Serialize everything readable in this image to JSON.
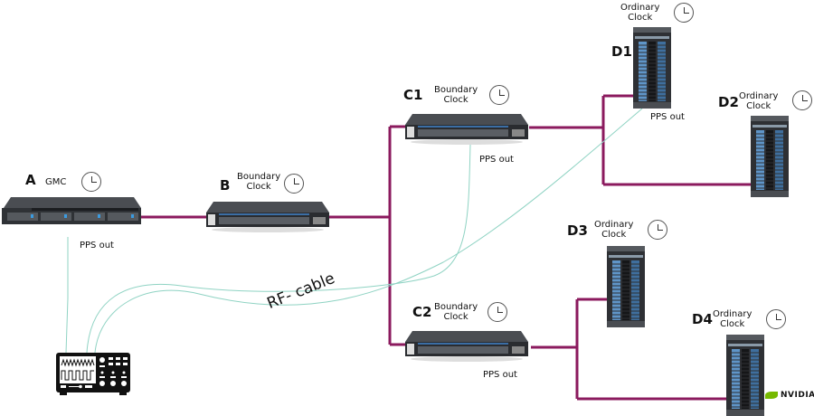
{
  "diagram": {
    "colors": {
      "ethernet_link": "#8b1a5e",
      "rf_cable": "#8fd3c3",
      "device_dark": "#3a3d42",
      "port_blue": "#3b7fc4",
      "nvidia_green": "#76b900"
    },
    "nodes": [
      {
        "id": "A",
        "role": "GMC",
        "device": "1U server",
        "clock_icon": "clock-icon",
        "pps_out": "PPS out"
      },
      {
        "id": "B",
        "role": "Boundary\nClock",
        "device": "switch",
        "clock_icon": "clock-icon"
      },
      {
        "id": "C1",
        "role": "Boundary\nClock",
        "device": "switch",
        "clock_icon": "clock-icon",
        "pps_out": "PPS out"
      },
      {
        "id": "C2",
        "role": "Boundary\nClock",
        "device": "switch",
        "clock_icon": "clock-icon",
        "pps_out": "PPS out"
      },
      {
        "id": "D1",
        "role": "Ordinary\nClock",
        "device": "server rack",
        "clock_icon": "clock-icon",
        "pps_out": "PPS out"
      },
      {
        "id": "D2",
        "role": "Ordinary\nClock",
        "device": "server rack",
        "clock_icon": "clock-icon"
      },
      {
        "id": "D3",
        "role": "Ordinary\nClock",
        "device": "server rack",
        "clock_icon": "clock-icon"
      },
      {
        "id": "D4",
        "role": "Ordinary\nClock",
        "device": "server rack",
        "clock_icon": "clock-icon"
      }
    ],
    "links": [
      {
        "from": "A",
        "to": "B",
        "type": "ethernet"
      },
      {
        "from": "B",
        "to": "C1",
        "type": "ethernet"
      },
      {
        "from": "B",
        "to": "C2",
        "type": "ethernet"
      },
      {
        "from": "C1",
        "to": "D1",
        "type": "ethernet"
      },
      {
        "from": "C1",
        "to": "D2",
        "type": "ethernet"
      },
      {
        "from": "C2",
        "to": "D3",
        "type": "ethernet"
      },
      {
        "from": "C2",
        "to": "D4",
        "type": "ethernet"
      },
      {
        "from": "A",
        "to": "oscilloscope",
        "type": "rf"
      },
      {
        "from": "C1",
        "to": "oscilloscope",
        "type": "rf"
      },
      {
        "from": "D1",
        "to": "oscilloscope",
        "type": "rf"
      }
    ],
    "labels": {
      "A": "A",
      "A_role": "GMC",
      "A_pps": "PPS out",
      "B": "B",
      "B_role1": "Boundary",
      "B_role2": "Clock",
      "C1": "C1",
      "C1_role1": "Boundary",
      "C1_role2": "Clock",
      "C1_pps": "PPS out",
      "C2": "C2",
      "C2_role1": "Boundary",
      "C2_role2": "Clock",
      "C2_pps": "PPS out",
      "D1": "D1",
      "D1_role1": "Ordinary",
      "D1_role2": "Clock",
      "D1_pps": "PPS out",
      "D2": "D2",
      "D2_role1": "Ordinary",
      "D2_role2": "Clock",
      "D3": "D3",
      "D3_role1": "Ordinary",
      "D3_role2": "Clock",
      "D4": "D4",
      "D4_role1": "Ordinary",
      "D4_role2": "Clock",
      "rf_cable": "RF- cable",
      "logo": "NVIDIA"
    },
    "oscilloscope_icon": "oscilloscope-icon"
  }
}
